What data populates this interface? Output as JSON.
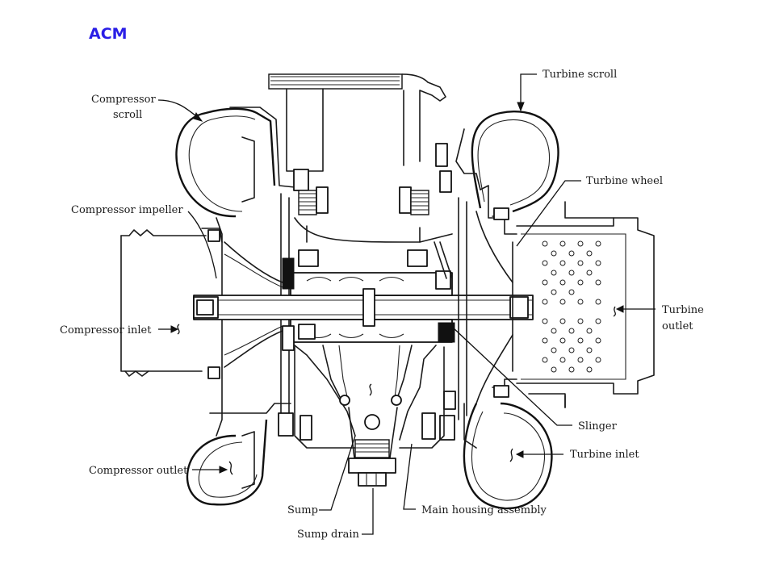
{
  "title": "ACM",
  "colors": {
    "title": "#2a1ee6",
    "ink": "#1a1a1a",
    "background": "#ffffff"
  },
  "labels": {
    "compressor_scroll_1": "Compressor",
    "compressor_scroll_2": "scroll",
    "turbine_scroll": "Turbine scroll",
    "turbine_wheel": "Turbine wheel",
    "compressor_impeller": "Compressor impeller",
    "turbine_outlet_1": "Turbine",
    "turbine_outlet_2": "outlet",
    "compressor_inlet": "Compressor inlet",
    "slinger": "Slinger",
    "turbine_inlet": "Turbine inlet",
    "compressor_outlet": "Compressor outlet",
    "sump": "Sump",
    "main_housing_assembly": "Main housing assembly",
    "sump_drain": "Sump drain"
  }
}
